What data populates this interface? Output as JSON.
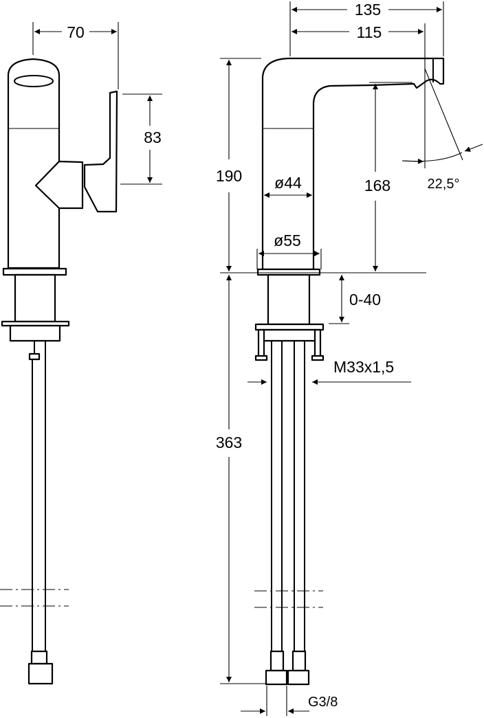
{
  "dimensions": {
    "side_width": "70",
    "handle_height": "83",
    "reach_total": "135",
    "reach_outlet": "115",
    "total_height": "190",
    "outlet_height": "168",
    "spout_angle": "22,5°",
    "body_diameter": "ø44",
    "base_diameter": "ø55",
    "deck_thickness": "0-40",
    "thread": "M33x1,5",
    "hose_length": "363",
    "connection": "G3/8"
  }
}
